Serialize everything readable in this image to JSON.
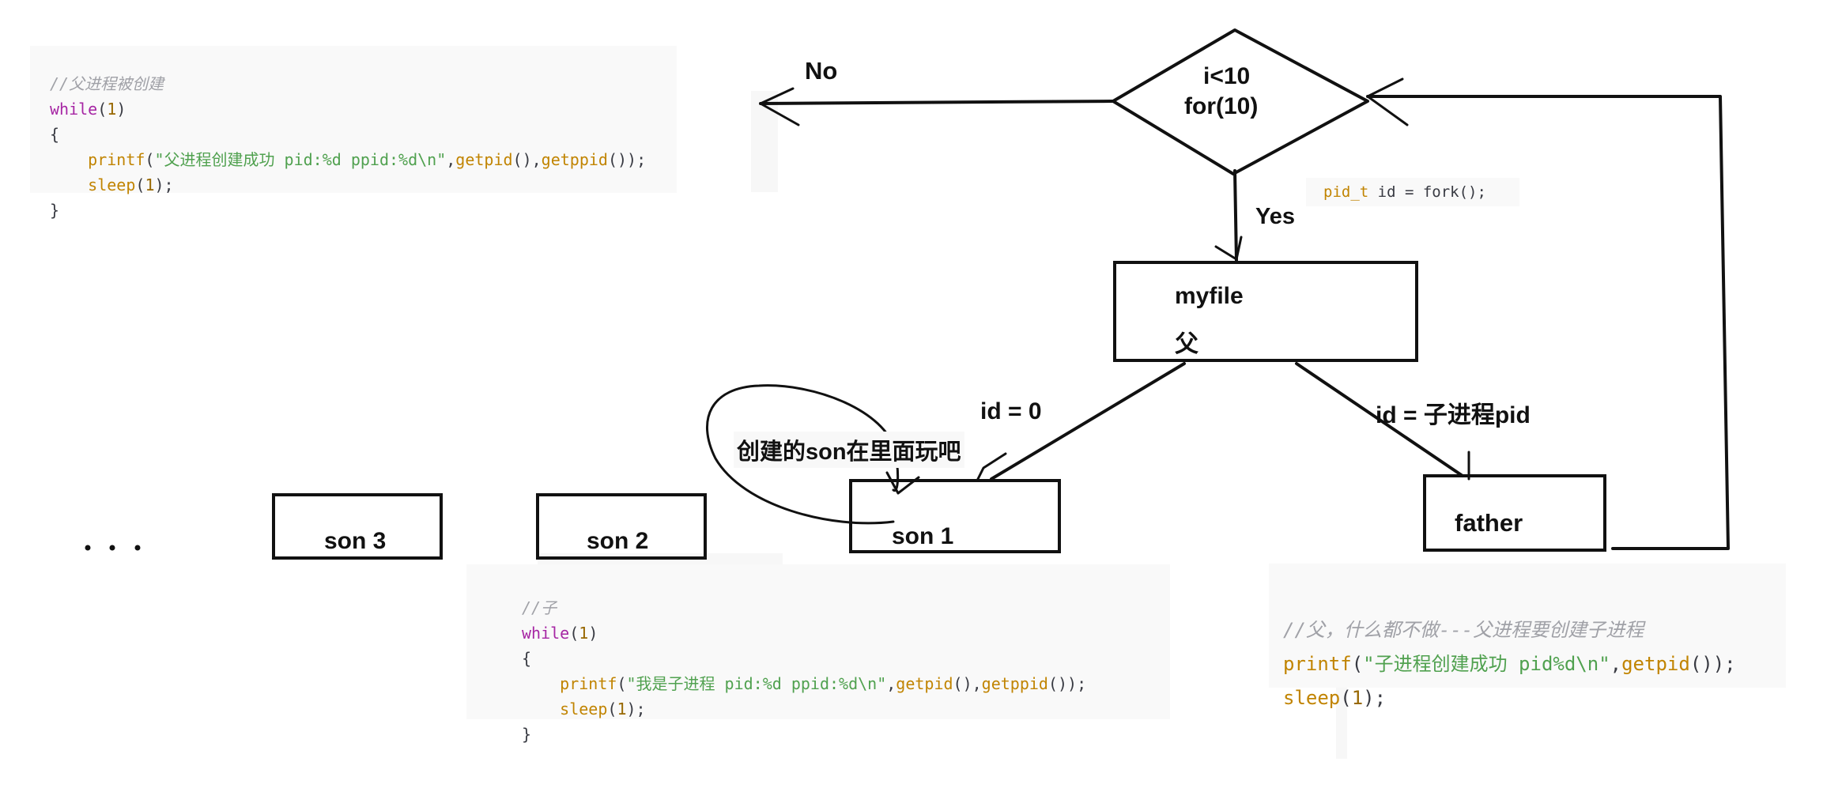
{
  "code_parent": {
    "comment": "//父进程被创建",
    "kw_while": "while",
    "one": "1",
    "open_brace": "{",
    "printf": "printf",
    "printf_str": "\"父进程创建成功 pid:%d ppid:%d\\n\"",
    "getpid": "getpid",
    "getppid": "getppid",
    "sleep": "sleep",
    "close_brace": "}"
  },
  "code_child": {
    "comment": "//子",
    "kw_while": "while",
    "one": "1",
    "open_brace": "{",
    "printf": "printf",
    "printf_str": "\"我是子进程 pid:%d ppid:%d\\n\"",
    "getpid": "getpid",
    "getppid": "getppid",
    "sleep": "sleep",
    "close_brace": "}"
  },
  "code_father": {
    "comment": "//父，什么都不做---父进程要创建子进程",
    "printf": "printf",
    "printf_str": "\"子进程创建成功 pid%d\\n\"",
    "getpid": "getpid",
    "sleep": "sleep",
    "one": "1"
  },
  "code_fork": {
    "type": "pid_t",
    "rest": " id = fork();"
  },
  "diagram": {
    "decision_line1": "i<10",
    "decision_line2": "for(10)",
    "no_label": "No",
    "yes_label": "Yes",
    "myfile_line1": "myfile",
    "myfile_line2": "父",
    "id_zero_label": "id = 0",
    "id_child_label": "id  = 子进程pid",
    "son_note": "创建的son在里面玩吧",
    "son1": "son 1",
    "son2": "son 2",
    "son3": "son 3",
    "father": "father",
    "ellipsis": "。。。"
  },
  "colors": {
    "line": "#111111",
    "code_bg": "#f9f9f9",
    "keyword": "#a626a4",
    "number": "#986801",
    "function": "#c18401",
    "string": "#50a14f",
    "comment": "#a0a1a7"
  }
}
